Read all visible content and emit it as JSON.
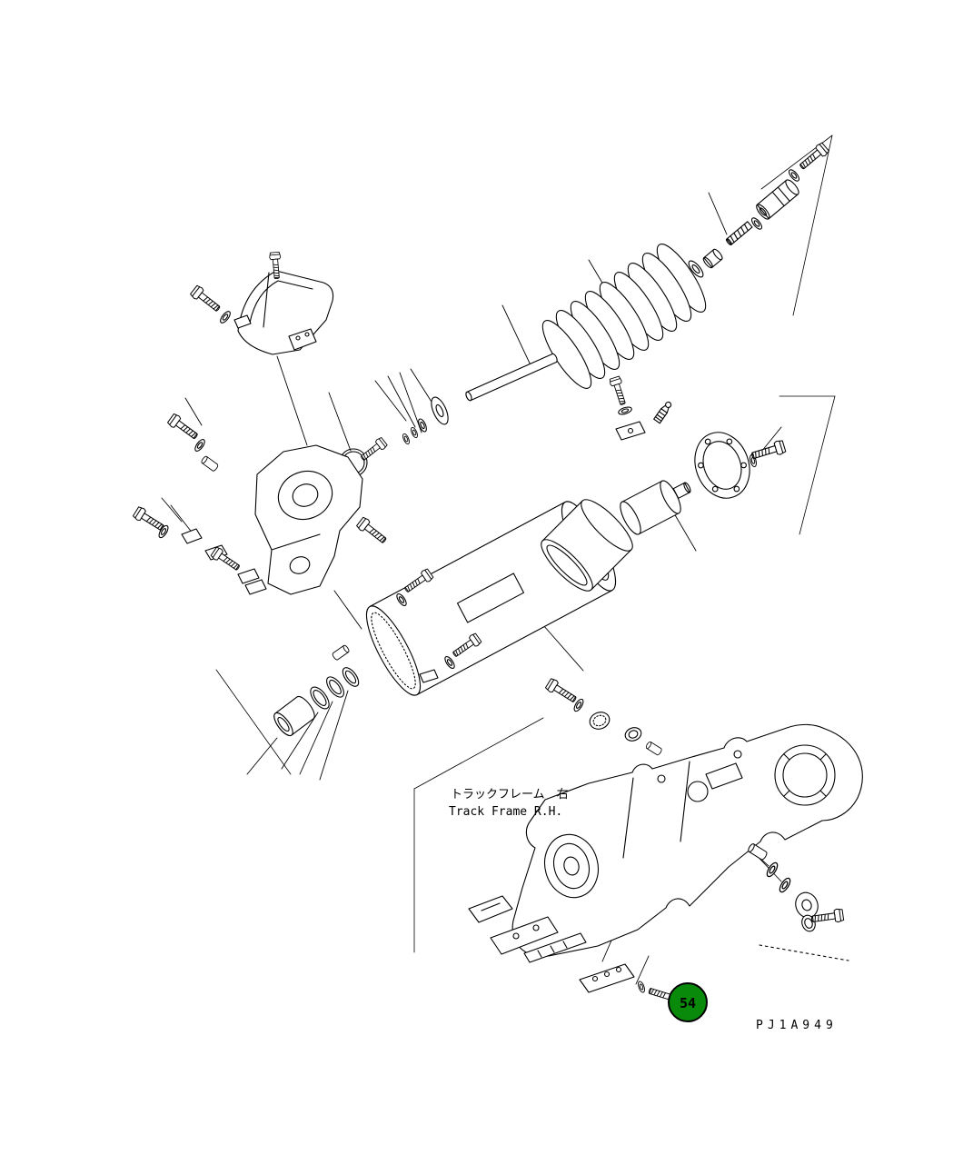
{
  "diagram": {
    "labels": {
      "track_frame_jp": "トラックフレーム　右",
      "track_frame_en": "Track Frame R.H."
    },
    "callout": {
      "number": "54",
      "fill": "#0a8a0a",
      "text_color": "#003300"
    },
    "drawing_code": "PJ1A949",
    "colors": {
      "line": "#000000",
      "background": "#ffffff"
    }
  }
}
